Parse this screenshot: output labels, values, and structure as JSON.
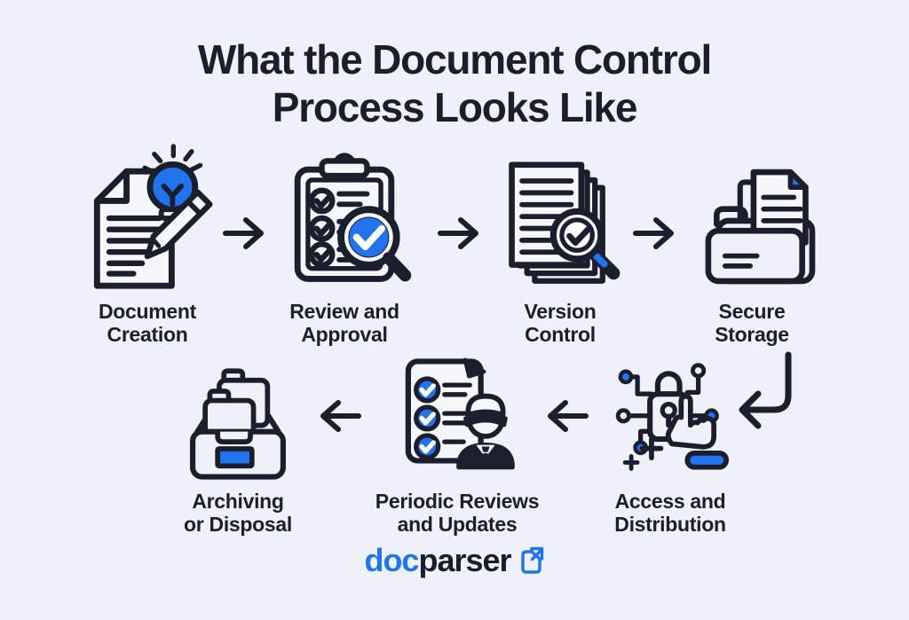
{
  "colors": {
    "background": "#eef1f7",
    "ink": "#1b1e2d",
    "accent": "#2173ee",
    "paper": "#f5f7fb"
  },
  "title": {
    "line1": "What the Document Control",
    "line2": "Process Looks Like"
  },
  "steps": [
    {
      "order": 1,
      "label1": "Document",
      "label2": "Creation",
      "icon": "document-pencil-lightbulb-icon"
    },
    {
      "order": 2,
      "label1": "Review and",
      "label2": "Approval",
      "icon": "clipboard-checklist-magnifier-icon"
    },
    {
      "order": 3,
      "label1": "Version",
      "label2": "Control",
      "icon": "stacked-documents-magnifier-icon"
    },
    {
      "order": 4,
      "label1": "Secure",
      "label2": "Storage",
      "icon": "folder-with-document-icon"
    },
    {
      "order": 5,
      "label1": "Access and",
      "label2": "Distribution",
      "icon": "lock-network-pointing-hand-icon"
    },
    {
      "order": 6,
      "label1": "Periodic Reviews",
      "label2": "and Updates",
      "icon": "checklist-inspector-icon"
    },
    {
      "order": 7,
      "label1": "Archiving",
      "label2": "or Disposal",
      "icon": "archive-box-folders-icon"
    }
  ],
  "arrows": [
    "arrow-right",
    "arrow-right",
    "arrow-right",
    "arrow-return-down-left",
    "arrow-left",
    "arrow-left"
  ],
  "logo": {
    "part1": "doc",
    "part2": "parser",
    "icon": "docparser-document-icon"
  }
}
